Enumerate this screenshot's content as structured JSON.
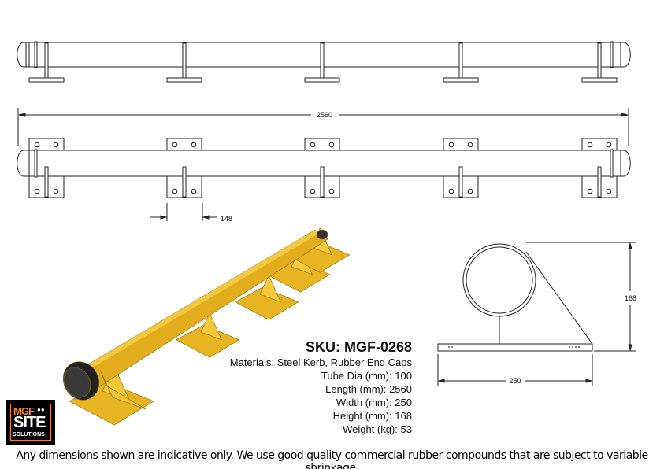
{
  "dimensions": {
    "length": "2560",
    "post_spacing": "148",
    "height": "168",
    "width": "250"
  },
  "specs": {
    "sku": "SKU: MGF-0268",
    "materials": "Materials: Steel Kerb, Rubber End Caps",
    "tube_dia": "Tube Dia (mm): 100",
    "length": "Length (mm): 2560",
    "width": "Width (mm): 250",
    "height": "Height (mm): 168",
    "weight": "Weight (kg): 53"
  },
  "logo": {
    "line1": "MGF",
    "line2": "SITE",
    "line3": "SOLUTIONS"
  },
  "footer": "Any dimensions shown are indicative only. We use good quality commercial rubber compounds that are subject to variable shrinkage.",
  "colors": {
    "product": "#e8b321",
    "line": "#222222",
    "logo_accent": "#f08a1c"
  }
}
